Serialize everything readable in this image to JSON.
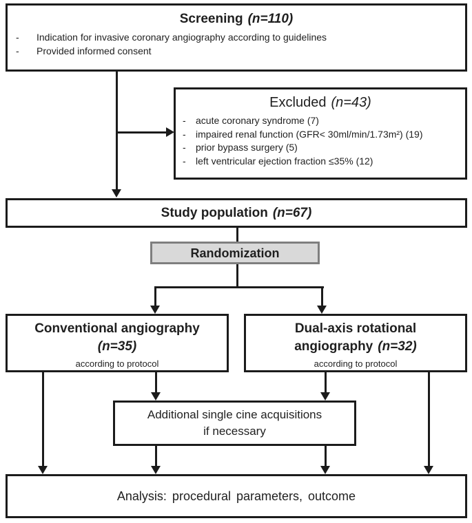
{
  "fig": {
    "bullet_char": "-",
    "colors": {
      "line": "#1b1b1b",
      "text": "#1f1f1f",
      "randomization_fill": "#d9d9d9",
      "randomization_border": "#7f7f7f",
      "background": "#ffffff"
    },
    "screening": {
      "title": "Screening",
      "n": "(n=110)",
      "bullets": [
        "Indication for invasive coronary angiography according to guidelines",
        "Provided informed consent"
      ]
    },
    "excluded": {
      "title": "Excluded",
      "n": "(n=43)",
      "bullets": [
        "acute coronary syndrome (7)",
        "impaired renal function (GFR< 30ml/min/1.73m²) (19)",
        "prior bypass surgery (5)",
        "left ventricular ejection fraction ≤35% (12)"
      ]
    },
    "study_population": {
      "title": "Study population",
      "n": "(n=67)"
    },
    "randomization": {
      "label": "Randomization"
    },
    "arm_conventional": {
      "title": "Conventional angiography",
      "n": "(n=35)",
      "note": "according to protocol"
    },
    "arm_rotational": {
      "title_line1": "Dual-axis rotational",
      "title_line2": "angiography",
      "n": "(n=32)",
      "note": "according to protocol"
    },
    "additional": {
      "line1": "Additional single cine acquisitions",
      "line2": "if necessary"
    },
    "analysis": {
      "label": "Analysis: procedural parameters, outcome"
    }
  }
}
